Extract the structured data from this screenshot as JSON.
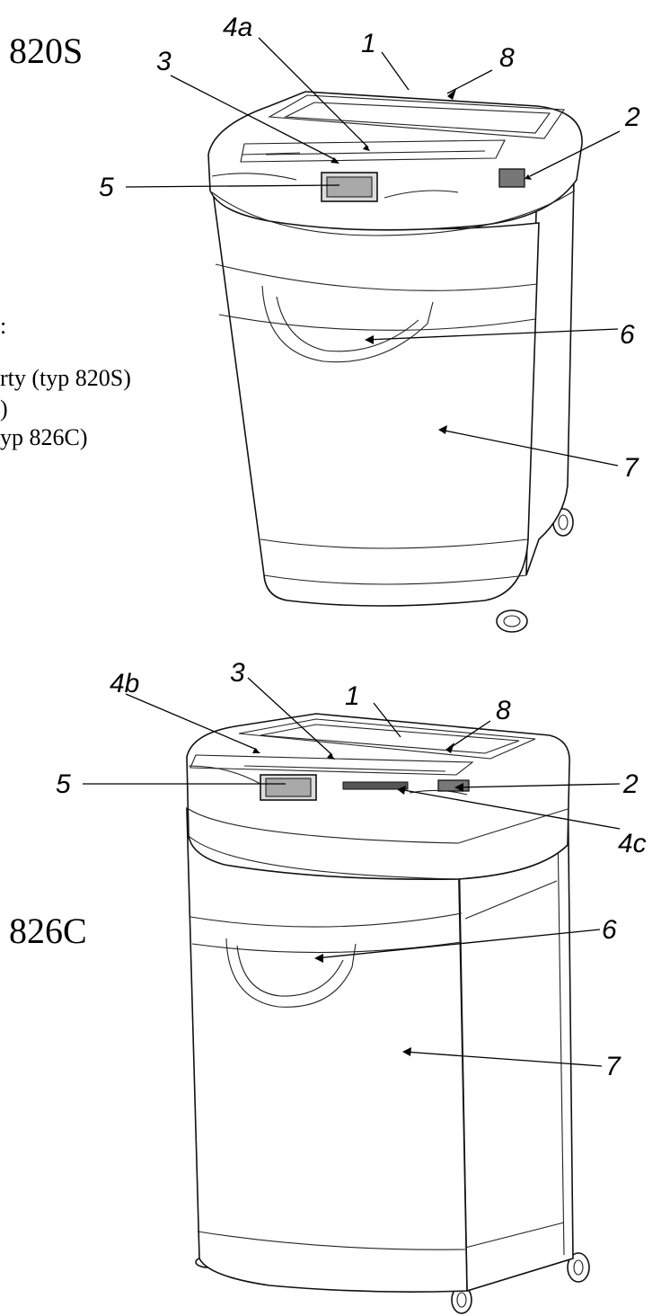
{
  "models": {
    "top": {
      "title": "820S"
    },
    "bottom": {
      "title": "826C"
    }
  },
  "legend_fragments": [
    ":",
    "rty (typ 820S)",
    ")",
    "yp 826C)"
  ],
  "callouts": {
    "top": {
      "c1": "1",
      "c8": "8",
      "c4a": "4a",
      "c3": "3",
      "c2": "2",
      "c5": "5",
      "c6": "6",
      "c7": "7"
    },
    "bottom": {
      "c4b": "4b",
      "c3": "3",
      "c1": "1",
      "c8": "8",
      "c5": "5",
      "c2": "2",
      "c4c": "4c",
      "c6": "6",
      "c7": "7"
    }
  },
  "colors": {
    "ink": "#000000",
    "paper": "#ffffff",
    "display": "#8a8a8a"
  }
}
